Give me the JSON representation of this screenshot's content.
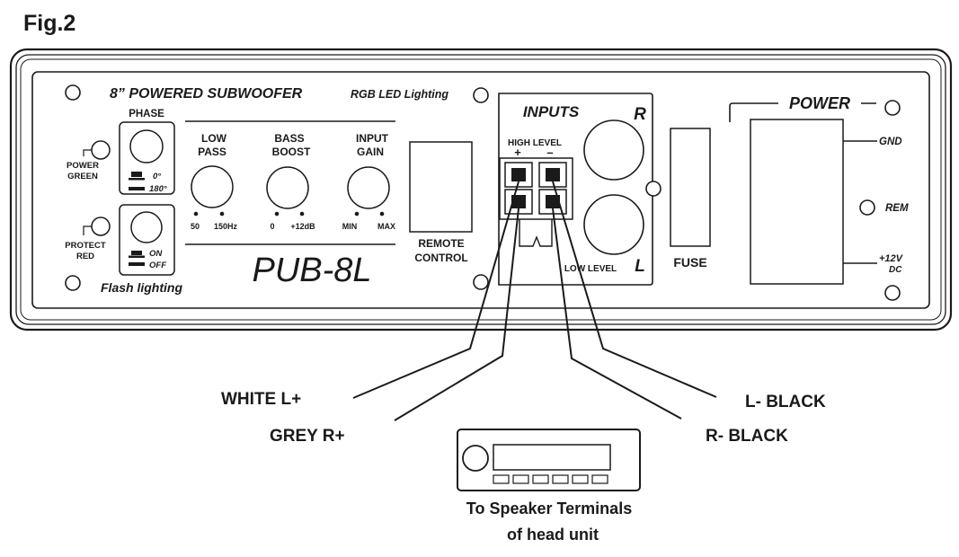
{
  "figure_label": "Fig.2",
  "panel": {
    "title": "8” POWERED SUBWOOFER",
    "subtitle": "RGB LED Lighting",
    "model": "PUB-8L",
    "phase": {
      "label": "PHASE",
      "opt1": "0°",
      "opt2": "180°"
    },
    "power_led": {
      "line1": "POWER",
      "line2": "GREEN"
    },
    "protect_led": {
      "line1": "PROTECT",
      "line2": "RED"
    },
    "flash": {
      "on": "ON",
      "off": "OFF",
      "label": "Flash lighting"
    },
    "low_pass": {
      "line1": "LOW",
      "line2": "PASS",
      "min": "50",
      "max": "150Hz"
    },
    "bass_boost": {
      "line1": "BASS",
      "line2": "BOOST",
      "min": "0",
      "max": "+12dB"
    },
    "input_gain": {
      "line1": "INPUT",
      "line2": "GAIN",
      "min": "MIN",
      "max": "MAX"
    },
    "remote": {
      "line1": "REMOTE",
      "line2": "CONTROL"
    },
    "inputs": {
      "title": "INPUTS",
      "right": "R",
      "left": "L",
      "high_level": "HIGH LEVEL",
      "plus": "+",
      "minus": "–",
      "low_level": "LOW LEVEL"
    },
    "fuse": "FUSE",
    "power": {
      "title": "POWER",
      "gnd": "GND",
      "rem": "REM",
      "v12_line1": "+12V",
      "v12_line2": "DC"
    }
  },
  "wires": {
    "white_l_plus": "WHITE L+",
    "grey_r_plus": "GREY R+",
    "l_minus_black": "L- BLACK",
    "r_minus_black": "R- BLACK"
  },
  "head_unit": {
    "line1": "To Speaker Terminals",
    "line2": "of head unit"
  }
}
